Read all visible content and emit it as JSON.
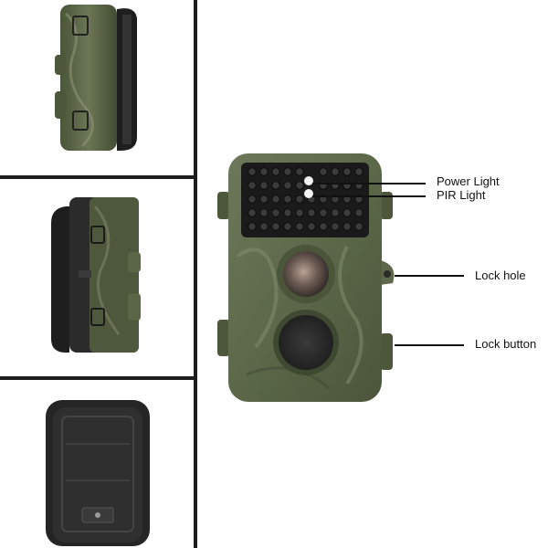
{
  "callouts": [
    {
      "id": "power-light",
      "label": "Power Light"
    },
    {
      "id": "pir-light",
      "label": "PIR Light"
    },
    {
      "id": "lock-hole",
      "label": "Lock hole"
    },
    {
      "id": "lock-button",
      "label": "Lock button"
    }
  ],
  "colors": {
    "camo_base": "#5f6b4c",
    "camo_dark": "#3e4733",
    "camo_light": "#7f8a6b",
    "housing_black": "#2a2a2a",
    "divider": "#1d1d1d"
  }
}
